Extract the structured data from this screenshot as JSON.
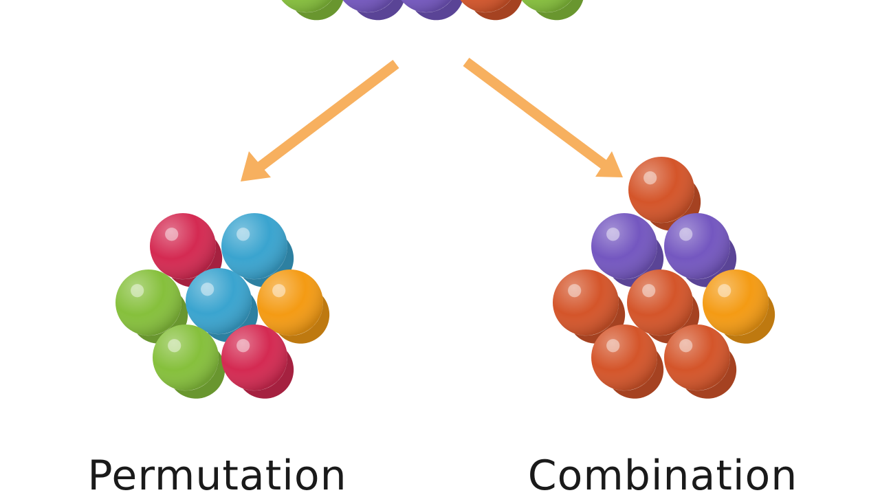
{
  "labels": {
    "left": "Permutation",
    "right": "Combination"
  },
  "colors": {
    "arrow": "#f7b05f",
    "red": "#d42a52",
    "blue": "#3aa4cf",
    "green": "#86c03c",
    "orange": "#f49b14",
    "brown": "#d4552a",
    "purple": "#7457c0"
  },
  "top_row": [
    "green",
    "purple",
    "purple",
    "brown",
    "green"
  ],
  "permutation_balls": [
    "red",
    "blue",
    "green",
    "blue",
    "orange",
    "green",
    "red"
  ],
  "combination_balls": [
    "brown",
    "purple",
    "purple",
    "brown",
    "brown",
    "orange",
    "brown",
    "brown"
  ]
}
